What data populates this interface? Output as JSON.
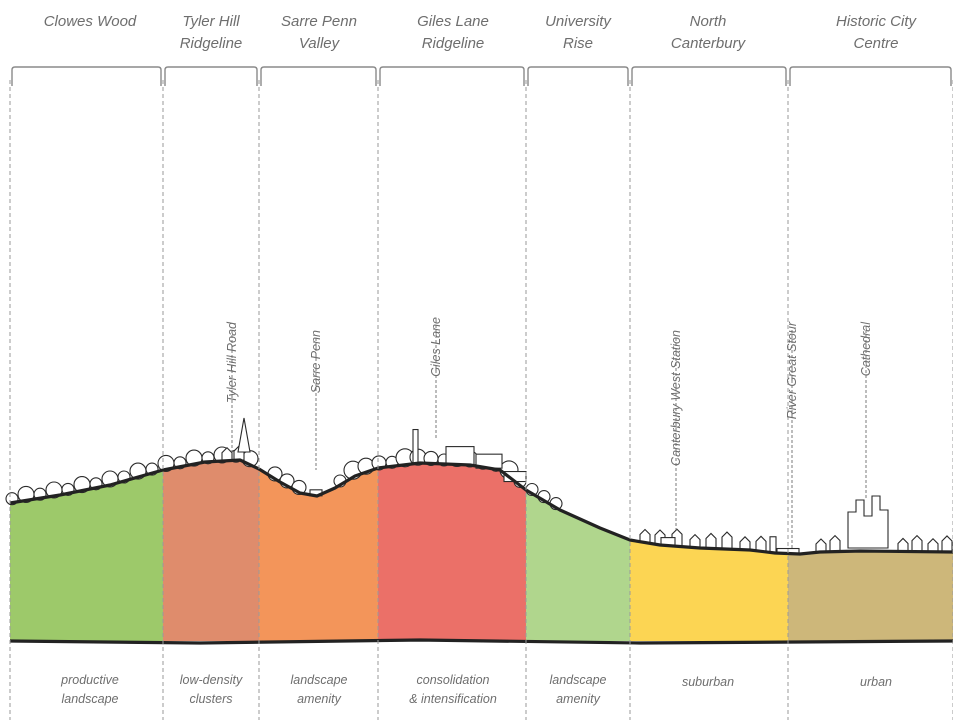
{
  "zones": [
    {
      "id": "clowes-wood",
      "title_lines": [
        "Clowes Wood"
      ],
      "character_lines": [
        "productive",
        "landscape"
      ],
      "color": "#9dc96a"
    },
    {
      "id": "tyler-hill-ridgeline",
      "title_lines": [
        "Tyler Hill",
        "Ridgeline"
      ],
      "character_lines": [
        "low-density",
        "clusters"
      ],
      "color": "#df8c6c"
    },
    {
      "id": "sarre-penn-valley",
      "title_lines": [
        "Sarre Penn",
        "Valley"
      ],
      "character_lines": [
        "landscape",
        "amenity"
      ],
      "color": "#f3955a"
    },
    {
      "id": "giles-lane-ridgeline",
      "title_lines": [
        "Giles Lane",
        "Ridgeline"
      ],
      "character_lines": [
        "consolidation",
        "& intensification"
      ],
      "color": "#eb7068"
    },
    {
      "id": "university-rise",
      "title_lines": [
        "University",
        "Rise"
      ],
      "character_lines": [
        "landscape",
        "amenity"
      ],
      "color": "#b0d68d"
    },
    {
      "id": "north-canterbury",
      "title_lines": [
        "North",
        "Canterbury"
      ],
      "character_lines": [
        "suburban"
      ],
      "color": "#fcd553"
    },
    {
      "id": "historic-city-centre",
      "title_lines": [
        "Historic City",
        "Centre"
      ],
      "character_lines": [
        "urban"
      ],
      "color": "#cdb77a"
    }
  ],
  "landmarks": [
    {
      "id": "tyler-hill-road",
      "label": "Tyler Hill Road"
    },
    {
      "id": "sarre-penn",
      "label": "Sarre Penn"
    },
    {
      "id": "giles-lane",
      "label": "Giles Lane"
    },
    {
      "id": "canterbury-west-station",
      "label": "Canterbury West Station"
    },
    {
      "id": "river-great-stour",
      "label": "River Great Stour"
    },
    {
      "id": "cathedral",
      "label": "Cathedral"
    }
  ]
}
